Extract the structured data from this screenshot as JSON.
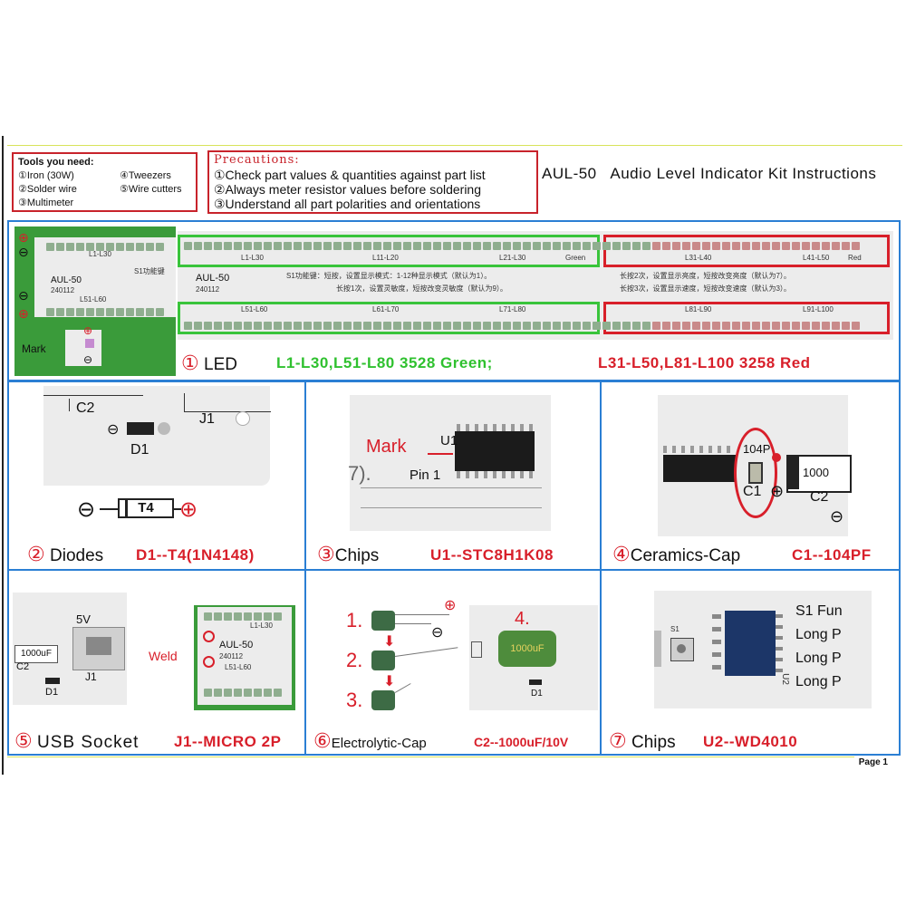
{
  "header": {
    "tools": {
      "title": "Tools you need:",
      "items": [
        "①Iron (30W)",
        "④Tweezers",
        "②Solder wire",
        "⑤Wire cutters",
        "③Multimeter",
        ""
      ]
    },
    "precautions": {
      "title": "Precautions:",
      "items": [
        "①Check part values & quantities against part list",
        "②Always meter resistor values before soldering",
        "③Understand all part polarities and orientations"
      ]
    },
    "title_model": "AUL-50",
    "title_text": "Audio Level Indicator Kit Instructions"
  },
  "sections": {
    "led": {
      "num": "①",
      "name": "LED",
      "spec_green": "L1-L30,L51-L80  3528 Green;",
      "spec_red": "L31-L50,L81-L100  3258 Red",
      "photo": {
        "mark": "Mark",
        "model": "AUL-50",
        "date": "240112",
        "row1": "L1-L30",
        "row2": "L51-L60",
        "s1": "S1功能键"
      },
      "board": {
        "model": "AUL-50",
        "date": "240112",
        "top_labels": [
          "L1-L30",
          "L11-L20",
          "L21-L30",
          "L31-L40",
          "L41-L50"
        ],
        "bot_labels": [
          "L51-L60",
          "L61-L70",
          "L71-L80",
          "L81-L90",
          "L91-L100"
        ],
        "color_green": "Green",
        "color_red": "Red",
        "cn_line1a": "S1功能键：短按，设置显示模式：1-12种显示模式（默认为1）。",
        "cn_line1b": "长按2次，设置显示亮度，短按改变亮度（默认为7）。",
        "cn_line2a": "长按1次，设置灵敏度，短按改变灵敏度（默认为9）。",
        "cn_line2b": "长按3次，设置显示速度，短按改变速度（默认为3）。"
      }
    },
    "diodes": {
      "num": "②",
      "name": "Diodes",
      "spec": "D1--T4(1N4148)",
      "labels": {
        "c2": "C2",
        "j1": "J1",
        "d1": "D1",
        "t4": "T4"
      }
    },
    "chips1": {
      "num": "③",
      "name": "Chips",
      "spec": "U1--STC8H1K08",
      "labels": {
        "mark": "Mark",
        "u1": "U1",
        "pin1": "Pin 1",
        "seven": "7)."
      }
    },
    "ceramics": {
      "num": "④",
      "name": "Ceramics-Cap",
      "spec": "C1--104PF",
      "labels": {
        "v104": "104P",
        "c1": "C1",
        "c2": "C2",
        "v1000": "1000"
      }
    },
    "usb": {
      "num": "⑤",
      "name": "USB Socket",
      "spec": "J1--MICRO 2P",
      "labels": {
        "v5": "5V",
        "v1000uf": "1000uF",
        "c2": "C2",
        "j1": "J1",
        "d1": "D1",
        "weld": "Weld",
        "model": "AUL-50",
        "date": "240112",
        "l1": "L1-L30",
        "l51": "L51-L60"
      }
    },
    "electrolytic": {
      "num": "⑥",
      "name": "Electrolytic-Cap",
      "spec": "C2--1000uF/10V",
      "steps": [
        "1.",
        "2.",
        "3.",
        "4."
      ],
      "labels": {
        "cap": "1000uF",
        "d1": "D1"
      }
    },
    "chips2": {
      "num": "⑦",
      "name": "Chips",
      "spec": "U2--WD4010",
      "labels": {
        "s1": "S1",
        "u2": "U2",
        "fun": "S1 Fun",
        "longp": "Long P"
      }
    }
  },
  "footer": {
    "page": "Page 1"
  },
  "colors": {
    "accent_red": "#d81f2a",
    "green": "#2fc12f",
    "border_blue": "#2b7fd4"
  }
}
